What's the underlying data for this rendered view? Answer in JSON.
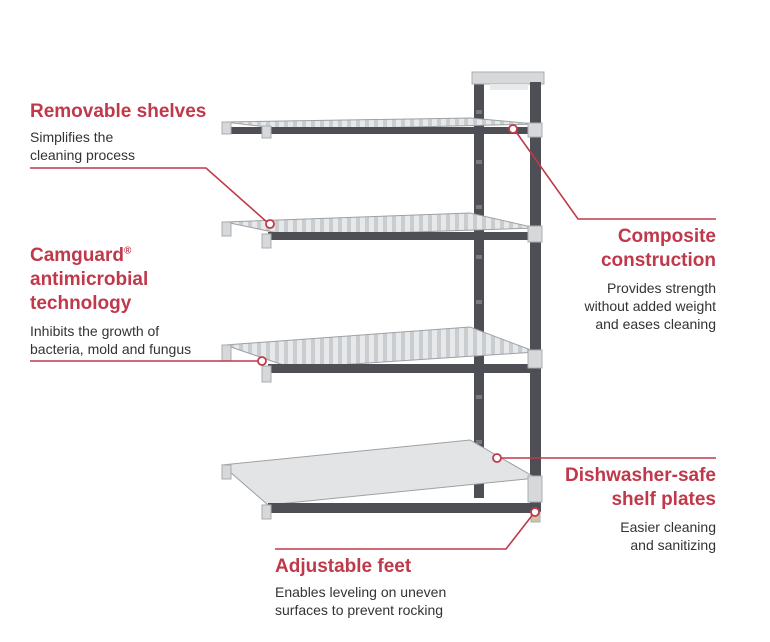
{
  "accent_color": "#c0394b",
  "callouts": {
    "removable": {
      "title": "Removable shelves",
      "desc": "Simplifies the\ncleaning process"
    },
    "camguard": {
      "title_line1": "Camguard",
      "registered": "®",
      "title_rest": "antimicrobial\ntechnology",
      "desc": "Inhibits the growth of\nbacteria, mold and fungus"
    },
    "composite": {
      "title": "Composite\nconstruction",
      "desc": "Provides strength\nwithout added weight\nand eases cleaning"
    },
    "dishwasher": {
      "title": "Dishwasher-safe\nshelf plates",
      "desc": "Easier cleaning\nand sanitizing"
    },
    "feet": {
      "title": "Adjustable feet",
      "desc": "Enables leveling on uneven\nsurfaces to prevent rocking"
    }
  }
}
